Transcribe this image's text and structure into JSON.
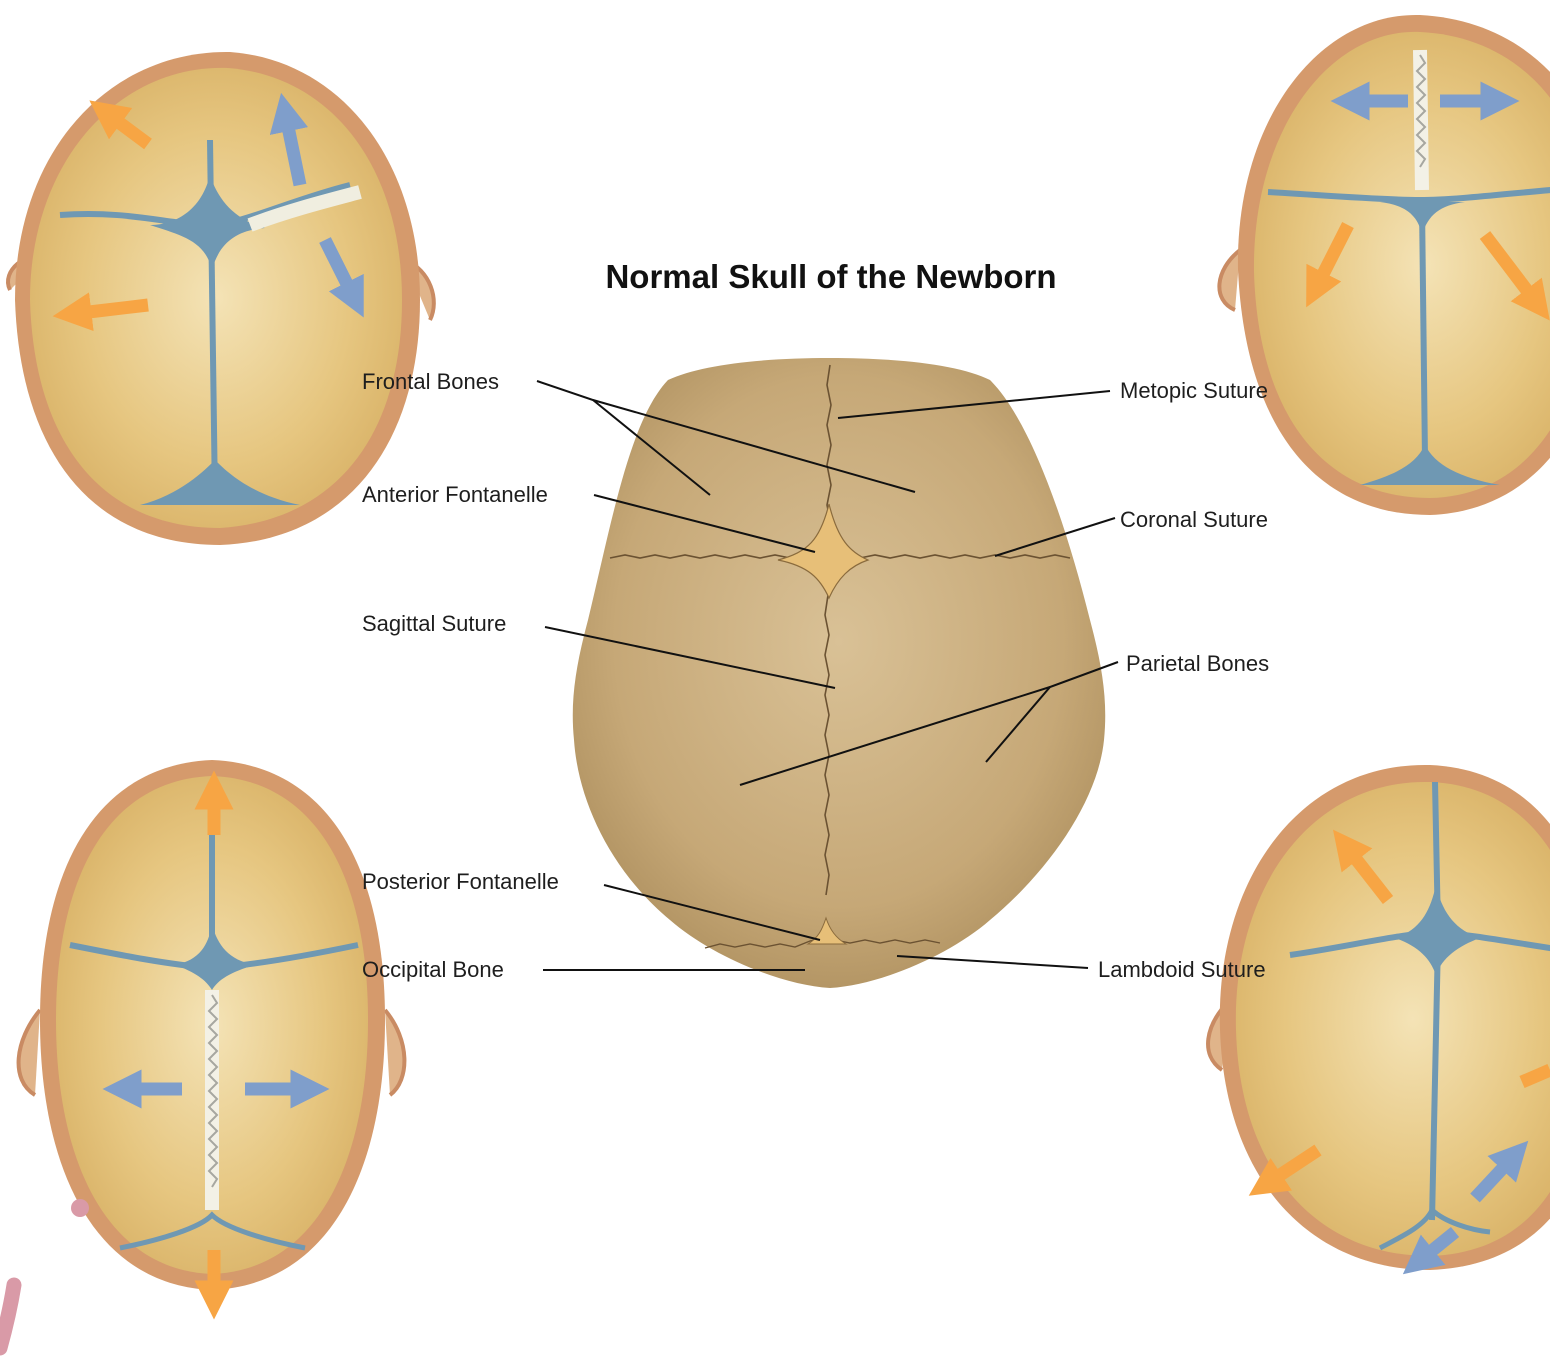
{
  "title": "Normal Skull of the Newborn",
  "labels": {
    "frontal_bones": "Frontal Bones",
    "anterior_fontanelle": "Anterior Fontanelle",
    "sagittal_suture": "Sagittal Suture",
    "posterior_fontanelle": "Posterior Fontanelle",
    "occipital_bone": "Occipital Bone",
    "metopic_suture": "Metopic Suture",
    "coronal_suture": "Coronal Suture",
    "parietal_bones": "Parietal Bones",
    "lambdoid_suture": "Lambdoid Suture"
  },
  "colors": {
    "skull_bone": "#c7ab7d",
    "fontanelle": "#e7bf78",
    "thumb_bone": "#e8cc86",
    "thumb_rim": "#d59a6c",
    "suture_blue": "#6f98b3",
    "arrow_orange": "#f7a544",
    "arrow_blue": "#7f9ecb"
  }
}
